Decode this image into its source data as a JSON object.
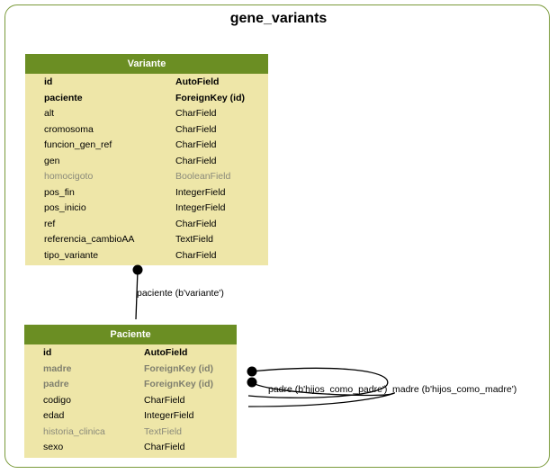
{
  "diagram_title": "gene_variants",
  "variante": {
    "title": "Variante",
    "fields": [
      {
        "name": "id",
        "type": "AutoField",
        "bold": true,
        "muted": false
      },
      {
        "name": "paciente",
        "type": "ForeignKey (id)",
        "bold": true,
        "muted": false
      },
      {
        "name": "alt",
        "type": "CharField",
        "bold": false,
        "muted": false
      },
      {
        "name": "cromosoma",
        "type": "CharField",
        "bold": false,
        "muted": false
      },
      {
        "name": "funcion_gen_ref",
        "type": "CharField",
        "bold": false,
        "muted": false
      },
      {
        "name": "gen",
        "type": "CharField",
        "bold": false,
        "muted": false
      },
      {
        "name": "homocigoto",
        "type": "BooleanField",
        "bold": false,
        "muted": true
      },
      {
        "name": "pos_fin",
        "type": "IntegerField",
        "bold": false,
        "muted": false
      },
      {
        "name": "pos_inicio",
        "type": "IntegerField",
        "bold": false,
        "muted": false
      },
      {
        "name": "ref",
        "type": "CharField",
        "bold": false,
        "muted": false
      },
      {
        "name": "referencia_cambioAA",
        "type": "TextField",
        "bold": false,
        "muted": false
      },
      {
        "name": "tipo_variante",
        "type": "CharField",
        "bold": false,
        "muted": false
      }
    ]
  },
  "paciente": {
    "title": "Paciente",
    "fields": [
      {
        "name": "id",
        "type": "AutoField",
        "bold": true,
        "muted": false
      },
      {
        "name": "madre",
        "type": "ForeignKey (id)",
        "bold": true,
        "muted": true
      },
      {
        "name": "padre",
        "type": "ForeignKey (id)",
        "bold": true,
        "muted": true
      },
      {
        "name": "codigo",
        "type": "CharField",
        "bold": false,
        "muted": false
      },
      {
        "name": "edad",
        "type": "IntegerField",
        "bold": false,
        "muted": false
      },
      {
        "name": "historia_clinica",
        "type": "TextField",
        "bold": false,
        "muted": true
      },
      {
        "name": "sexo",
        "type": "CharField",
        "bold": false,
        "muted": false
      }
    ]
  },
  "relations": {
    "variante_paciente": "paciente (b'variante')",
    "padre": "padre (b'hijos_como_padre')",
    "madre": "madre (b'hijos_como_madre')"
  },
  "colors": {
    "header": "#6b8e23",
    "body": "#eee6a8",
    "frame": "#7a9a3a"
  }
}
